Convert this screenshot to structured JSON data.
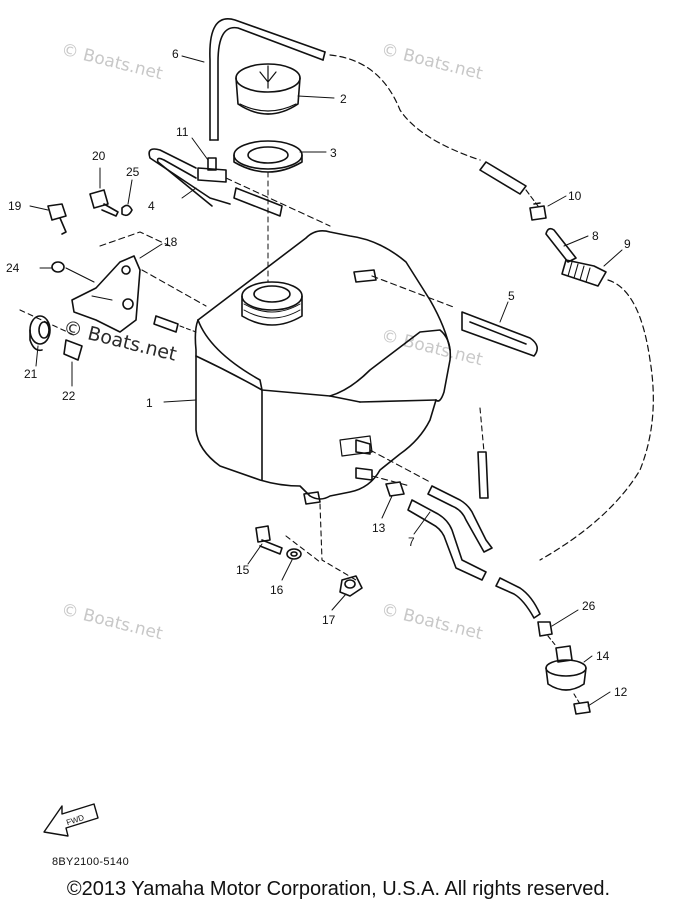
{
  "watermark": "© Boats.net",
  "callouts": [
    "1",
    "2",
    "3",
    "4",
    "5",
    "6",
    "7",
    "8",
    "9",
    "10",
    "11",
    "12",
    "13",
    "14",
    "15",
    "16",
    "17",
    "18",
    "19",
    "20",
    "21",
    "22",
    "24",
    "25",
    "26"
  ],
  "fwd_label": "FWD",
  "part_code": "8BY2100-5140",
  "copyright": "©2013 Yamaha Motor Corporation, U.S.A. All rights reserved."
}
